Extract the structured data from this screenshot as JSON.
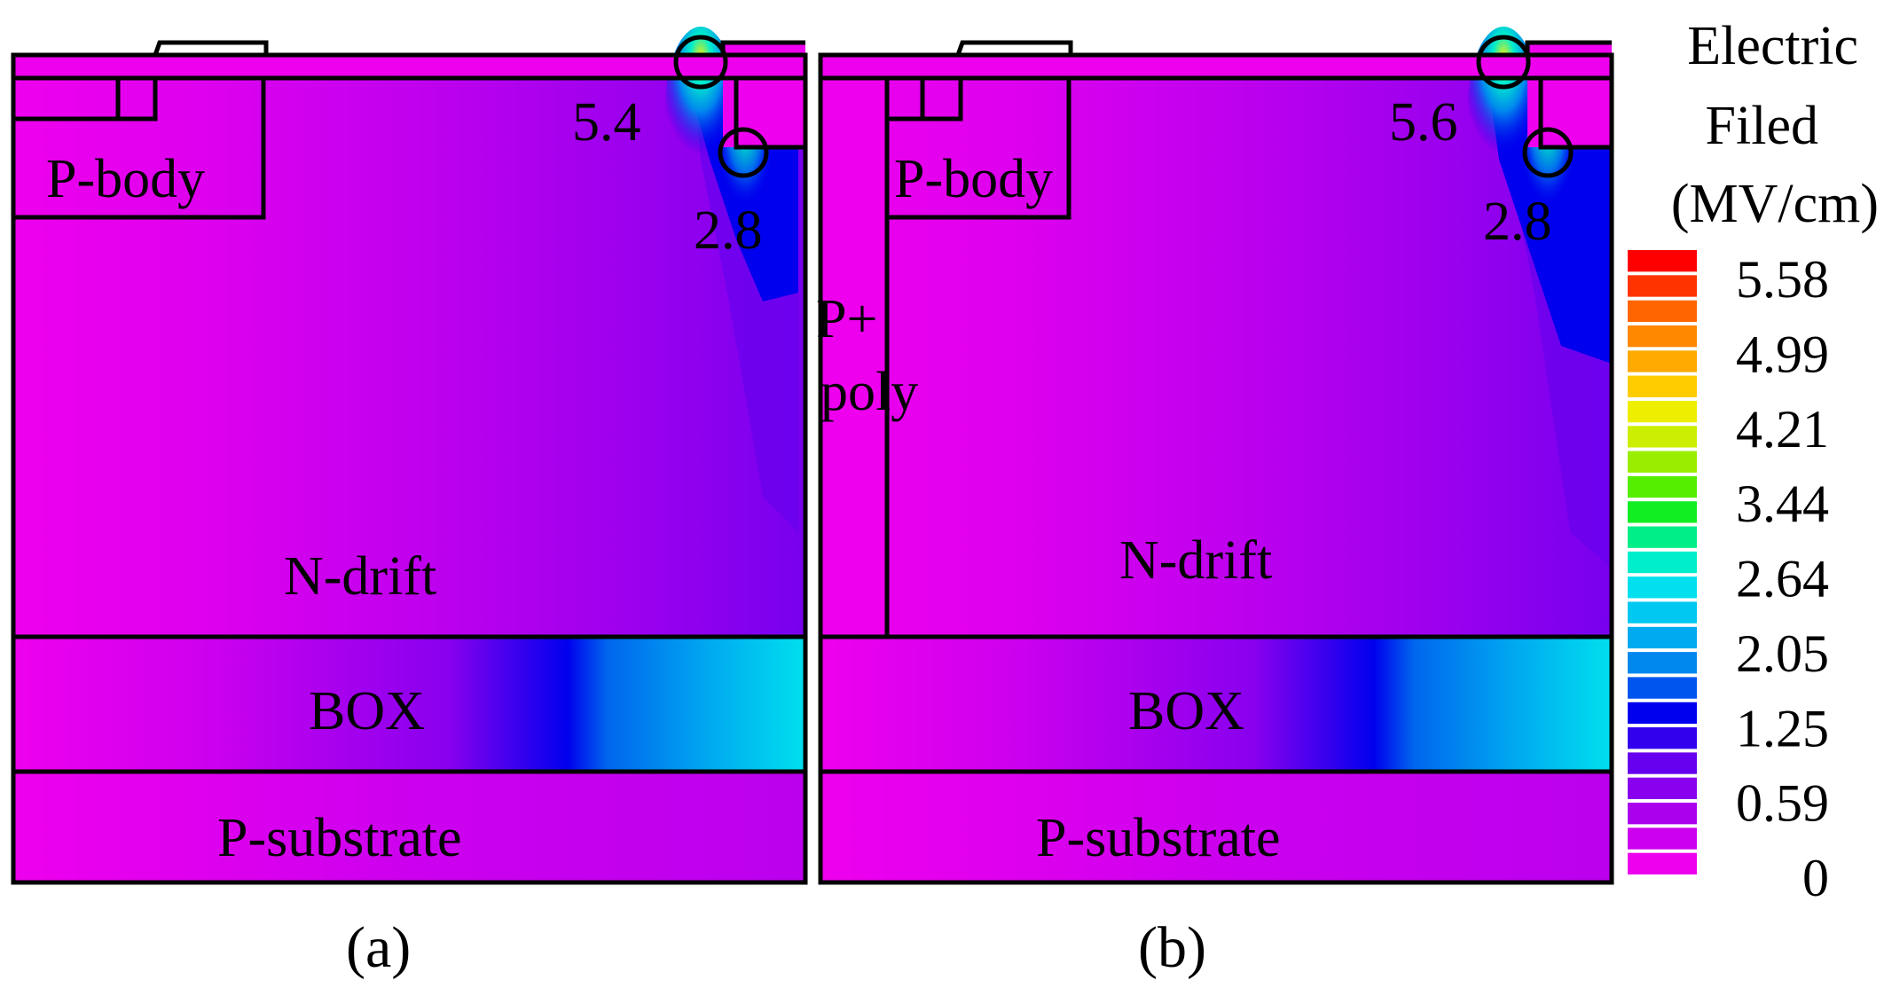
{
  "panels": [
    {
      "id": "a",
      "caption": "(a)",
      "regions": {
        "p_body": "P-body",
        "n_drift": "N-drift",
        "box": "BOX",
        "p_substrate": "P-substrate"
      },
      "annotations": {
        "peak_top": "5.4",
        "peak_corner": "2.8"
      }
    },
    {
      "id": "b",
      "caption": "(b)",
      "regions": {
        "p_body": "P-body",
        "n_drift": "N-drift",
        "box": "BOX",
        "p_substrate": "P-substrate",
        "p_plus_poly_line1": "P+",
        "p_plus_poly_line2": "poly"
      },
      "annotations": {
        "peak_top": "5.6",
        "peak_corner": "2.8"
      }
    }
  ],
  "legend": {
    "title_lines": [
      "Electric",
      "Filed",
      "(MV/cm)"
    ],
    "ticks": [
      "5.58",
      "4.99",
      "4.21",
      "3.44",
      "2.64",
      "2.05",
      "1.25",
      "0.59",
      "0"
    ],
    "colors": [
      "#ff0000",
      "#ff3300",
      "#ff6600",
      "#ff8800",
      "#ffaa00",
      "#ffcc00",
      "#eeee00",
      "#ccee00",
      "#99ee00",
      "#55ee00",
      "#11ee22",
      "#00ee88",
      "#00eecc",
      "#00e0ee",
      "#00c8f0",
      "#00aaf0",
      "#0088ee",
      "#0055ee",
      "#0000ee",
      "#3300ee",
      "#6600ee",
      "#8800ee",
      "#aa00ee",
      "#cc00ee",
      "#ee00ee"
    ]
  },
  "colors": {
    "background": "#ee00ee",
    "outline": "#000000"
  }
}
